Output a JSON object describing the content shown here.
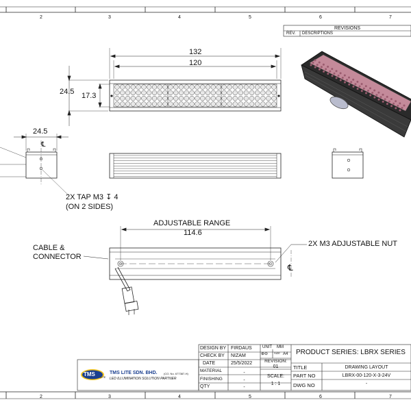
{
  "zones_top": [
    "2",
    "3",
    "4",
    "5",
    "6",
    "7"
  ],
  "zones_bottom": [
    "2",
    "3",
    "4",
    "5",
    "6",
    "7"
  ],
  "revisions": {
    "title": "REVISIONS",
    "col_rev": "REV.",
    "col_desc": "DESCRIPTIONS"
  },
  "dimensions": {
    "overall_length": "132",
    "inner_length": "120",
    "height_outer": "24.5",
    "height_inner": "17.3",
    "side_width": "24.5",
    "adjustable_value": "114.6"
  },
  "notes": {
    "tap_line1": "2X TAP M3",
    "tap_depth_symbol": "↧",
    "tap_depth": "4",
    "tap_line2": "(ON 2 SIDES)",
    "adjustable_range": "ADJUSTABLE RANGE",
    "cable_line1": "CABLE &",
    "cable_line2": "CONNECTOR",
    "nut": "2X M3 ADJUSTABLE NUT",
    "centerline": "℄"
  },
  "title_block": {
    "design_by_label": "DESIGN BY",
    "design_by": "FIRDAUS",
    "check_by_label": "CHECK BY",
    "check_by": "NIZAM",
    "date_label": "DATE",
    "date": "25/5/2022",
    "material_label": "MATERIAL",
    "material": "-",
    "finishing_label": "FINISHING",
    "finishing": "-",
    "qty_label": "QTY",
    "qty": "-",
    "unit_label": "UNIT",
    "unit": "MM",
    "projection_symbol": "⊕⊖",
    "size_label": "SIZE",
    "size": "A4",
    "revision_label": "REVISION:",
    "revision": "01",
    "scale_label": "SCALE:",
    "scale": "1 : 1",
    "product_series": "PRODUCT SERIES: LBRX SERIES",
    "title_label": "TITLE",
    "title": "DRAWING LAYOUT",
    "part_no_label": "PART NO",
    "part_no": "LBRX-00-120-X-3-24V",
    "dwg_no_label": "DWG NO",
    "dwg_no": "-"
  },
  "company": {
    "logo_text": "TMS",
    "logo_sub": "LITE",
    "name": "TMS LITE SDN. BHD.",
    "reg": "(CO. No. 677387-H)",
    "tagline": "LED ILLUMINATION SOLUTION PARTNER"
  },
  "colors": {
    "line": "#222222",
    "led_fill": "#e8e8e8",
    "iso_body": "#2a2a2a",
    "iso_led": "#c48a9a",
    "lens": "#b9bccd",
    "logo_blue": "#1a3f8f",
    "logo_yellow": "#f2c21a"
  }
}
